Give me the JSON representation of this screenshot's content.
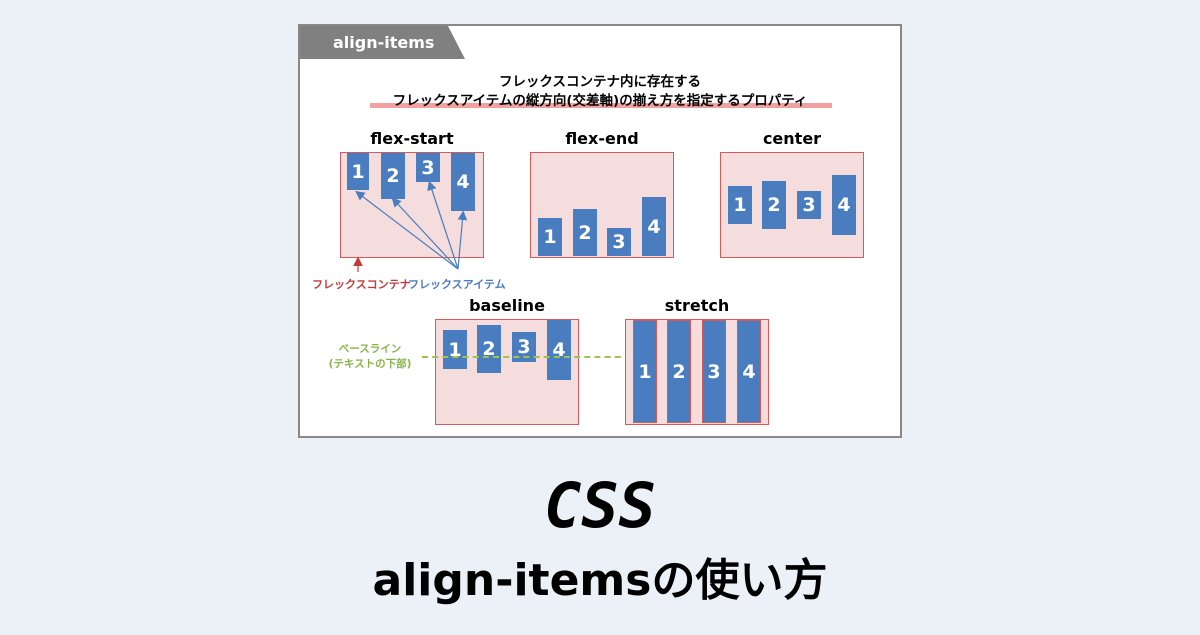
{
  "card": {
    "tab_label": "align-items",
    "description_line1": "フレックスコンテナ内に存在する",
    "description_line2": "フレックスアイテムの縦方向(交差軸)の揃え方を指定するプロパティ"
  },
  "boxes": [
    {
      "title": "flex-start",
      "items": [
        "1",
        "2",
        "3",
        "4"
      ]
    },
    {
      "title": "flex-end",
      "items": [
        "1",
        "2",
        "3",
        "4"
      ]
    },
    {
      "title": "center",
      "items": [
        "1",
        "2",
        "3",
        "4"
      ]
    },
    {
      "title": "baseline",
      "items": [
        "1",
        "2",
        "3",
        "4"
      ]
    },
    {
      "title": "stretch",
      "items": [
        "1",
        "2",
        "3",
        "4"
      ]
    }
  ],
  "annotations": {
    "flex_container": "フレックスコンテナ",
    "flex_item": "フレックスアイテム",
    "baseline_line1": "ベースライン",
    "baseline_line2": "(テキストの下部)"
  },
  "colors": {
    "item": "#4a7cc0",
    "container_fill": "#f5dddd",
    "container_border": "#d65a5a",
    "baseline": "#9cc54f"
  },
  "hero": {
    "title": "CSS",
    "subtitle": "align-itemsの使い方"
  }
}
